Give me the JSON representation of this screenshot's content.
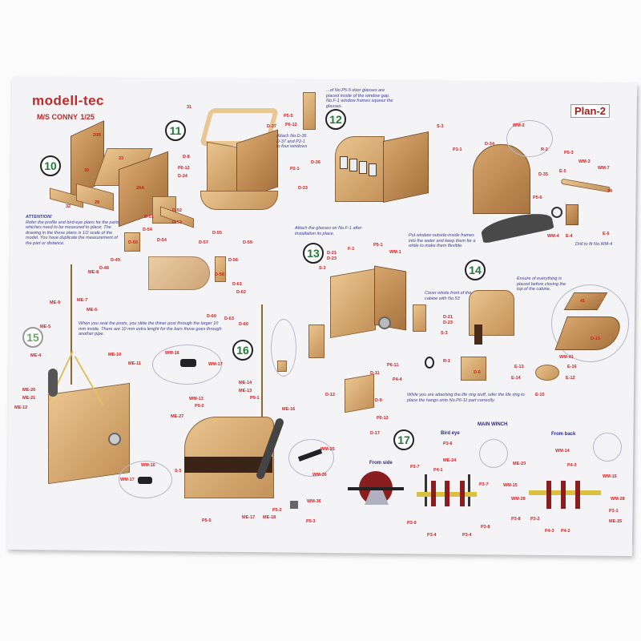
{
  "header": {
    "brand": "modell-tec",
    "model": "M/S CONNY",
    "scale": "1/25",
    "plan": "Plan-2"
  },
  "steps": [
    "10",
    "11",
    "12",
    "13",
    "14",
    "15",
    "16",
    "17"
  ],
  "notes": {
    "attention_title": "ATTENTION!",
    "attention": "Refer the profile and bird-eye plans for the parts whiches need to be measured to place. The drawing in the these plans is 1/2 scale of the model. You have duplicate the measurement of the part or distance.",
    "door_glass": "...of No.P5-5 door glasses are placed inside of the window gap. No.F-1 window frames squeez the glasses.",
    "attach_windows": "Attach No.D-36 D-37 and P2-1 to four windows",
    "attach_glasses": "Attach the glasses on No.F-1 after installation its place.",
    "window_frames": "Put window outside-inside frames into the water and keep them for a while to make them flexible.",
    "drill": "Drill to fit No.WM-4",
    "cover_front": "Cover whole front of the cabine with No.53",
    "ensure": "Ensure of everything is placed before closing the top of the cabine.",
    "posts": "When you seat the posts, you slide the thiner post through the larger 10 mm inside. There are 10 mm extra lenght for the bars those goes through another pipe.",
    "life_ring": "While you are attaching the life ring stuff, refer the life ring to place the hangs onto No.P6-11 part correctly."
  },
  "winch": {
    "title": "MAIN WINCH",
    "side": "From side",
    "bird": "Bird eye",
    "back": "From back"
  },
  "labels": {
    "s10": [
      "20B",
      "33",
      "30",
      "28A",
      "32",
      "28"
    ],
    "s11": [
      "31",
      "D-37",
      "D-36",
      "D-8",
      "P6-12",
      "D-24",
      "P2-1",
      "D-33",
      "P5-5",
      "P6-12"
    ],
    "parts": [
      "D-51",
      "D-52",
      "D-53",
      "D-54",
      "D-54",
      "D-49",
      "D-50",
      "D-55",
      "D-57",
      "D-59",
      "D-56",
      "D-58",
      "D-48",
      "D-61",
      "D-62",
      "D-60",
      "D-63",
      "D-60"
    ],
    "s12": [
      "S-3",
      "P5-1",
      "F-1",
      "WM-1",
      "P1-1",
      "D-34",
      "D-35",
      "P5-6",
      "WM-2",
      "R-2",
      "P5-3",
      "WM-3",
      "WM-7",
      "E-5",
      "34",
      "E-6",
      "WM-4",
      "E-4"
    ],
    "s13": [
      "D-21",
      "D-23",
      "S-3",
      "D-21",
      "D-23",
      "S-3",
      "P6-11",
      "R-1",
      "D-11",
      "P4-4",
      "D-12",
      "D-9",
      "P6-12",
      "D-17"
    ],
    "s14": [
      "41",
      "D-15",
      "D-6",
      "WM-41",
      "E-13",
      "E-16",
      "E-14",
      "E-12",
      "E-15"
    ],
    "s15": [
      "ME-8",
      "ME-9",
      "ME-7",
      "ME-6",
      "ME-5",
      "ME-4",
      "ME-10",
      "ME-11",
      "ME-20",
      "ME-21",
      "ME-12",
      "WM-17",
      "WM-16",
      "WM-16",
      "WM-17"
    ],
    "s16": [
      "WM-13",
      "P9-2",
      "ME-14",
      "ME-13",
      "ME-27",
      "S-5",
      "WM-25",
      "WM-26",
      "WM-36",
      "P5-2",
      "P5-3",
      "ME-17",
      "ME-18",
      "P5-5",
      "ME-16",
      "P9-1"
    ],
    "s17": [
      "P3-6",
      "ME-24",
      "P3-7",
      "P4-1",
      "P3-7",
      "P3-9",
      "P3-8",
      "P3-4",
      "P3-4",
      "WM-14",
      "ME-23",
      "P4-3",
      "WM-15",
      "WM-15",
      "WM-28",
      "WM-28",
      "P3-8",
      "P3-2",
      "P4-3",
      "P4-2",
      "P3-1",
      "ME-25"
    ]
  },
  "colors": {
    "label": "#d02020",
    "note": "#3a3a9a",
    "step": "#1f7a34",
    "brand": "#c0282a"
  }
}
